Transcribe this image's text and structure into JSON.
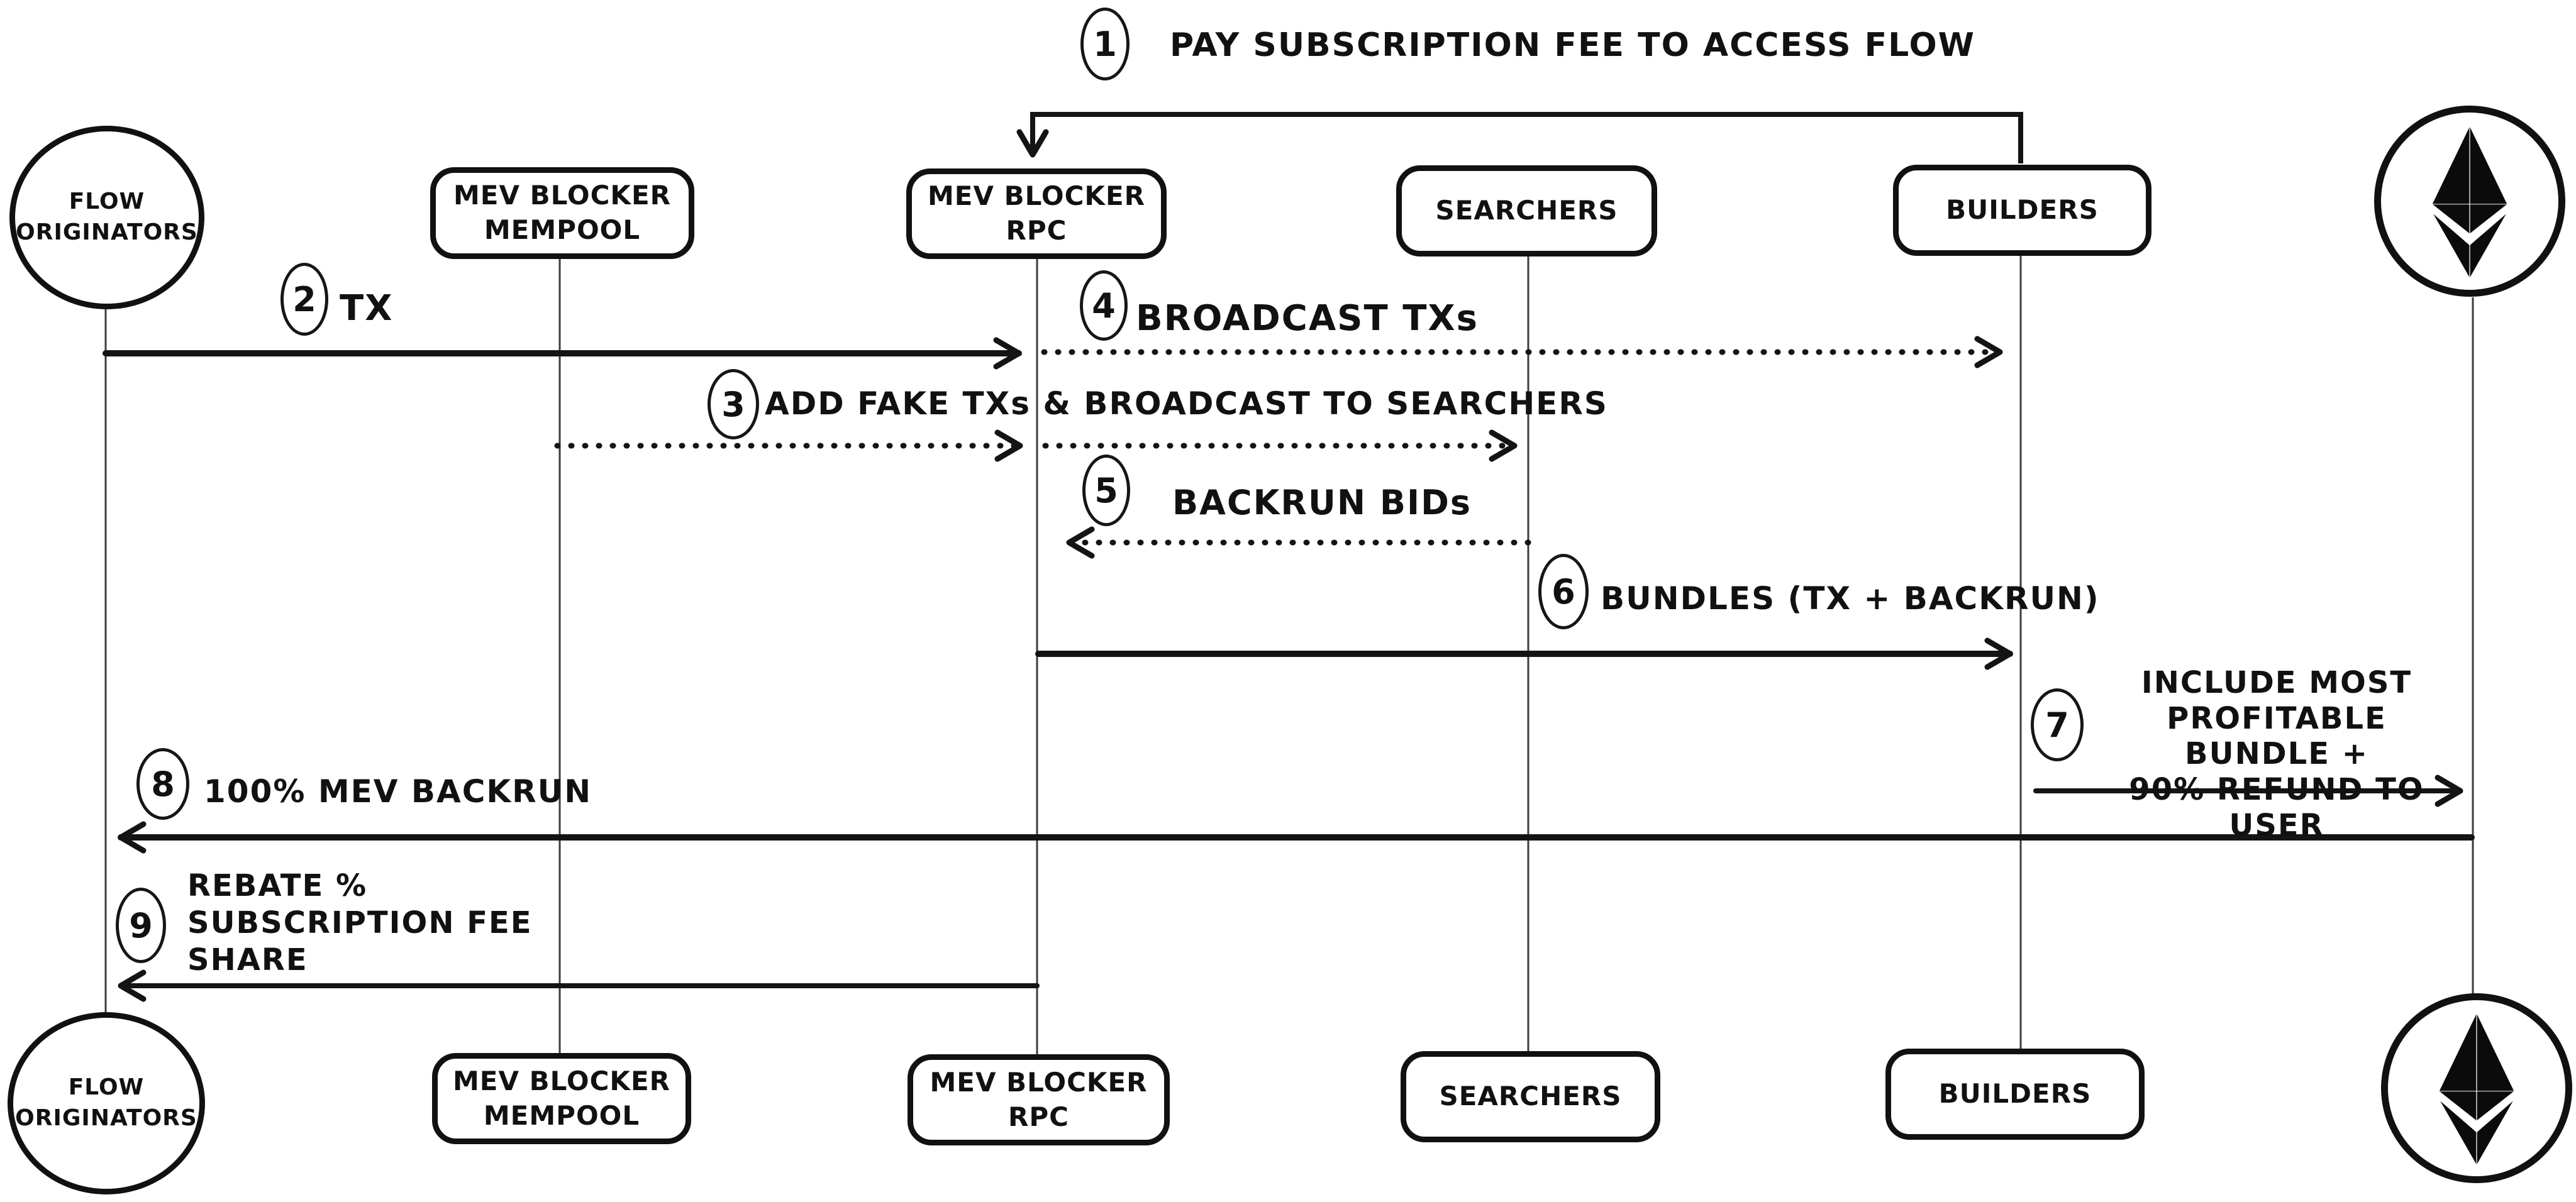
{
  "colors": {
    "ink": "#111111",
    "background": "#ffffff"
  },
  "actors": [
    {
      "id": "flow-originators",
      "label": "FLOW\nORIGINATORS",
      "shape": "circle"
    },
    {
      "id": "mev-blocker-mempool",
      "label": "MEV BLOCKER\nMEMPOOL",
      "shape": "box"
    },
    {
      "id": "mev-blocker-rpc",
      "label": "MEV BLOCKER\nRPC",
      "shape": "box"
    },
    {
      "id": "searchers",
      "label": "SEARCHERS",
      "shape": "box"
    },
    {
      "id": "builders",
      "label": "BUILDERS",
      "shape": "box"
    },
    {
      "id": "ethereum",
      "label": "",
      "shape": "circle",
      "icon": "ethereum-icon"
    }
  ],
  "steps": [
    {
      "num": "1",
      "label": "PAY SUBSCRIPTION FEE TO ACCESS FLOW",
      "from": "builders",
      "to": "mev-blocker-rpc",
      "style": "solid"
    },
    {
      "num": "2",
      "label": "TX",
      "from": "flow-originators",
      "to": "mev-blocker-rpc",
      "style": "solid"
    },
    {
      "num": "3",
      "label": "ADD FAKE TXs & BROADCAST TO SEARCHERS",
      "from": "mev-blocker-mempool",
      "to": "searchers",
      "style": "dotted"
    },
    {
      "num": "4",
      "label": "BROADCAST TXs",
      "from": "mev-blocker-rpc",
      "to": "builders",
      "style": "dotted"
    },
    {
      "num": "5",
      "label": "BACKRUN BIDs",
      "from": "searchers",
      "to": "mev-blocker-rpc",
      "style": "dotted"
    },
    {
      "num": "6",
      "label": "BUNDLES (TX + BACKRUN)",
      "from": "mev-blocker-rpc",
      "to": "builders",
      "style": "solid"
    },
    {
      "num": "7",
      "label": "INCLUDE MOST\nPROFITABLE BUNDLE +\n90% REFUND TO USER",
      "from": "builders",
      "to": "ethereum",
      "style": "solid"
    },
    {
      "num": "8",
      "label": "100% MEV BACKRUN",
      "from": "ethereum",
      "to": "flow-originators",
      "style": "solid"
    },
    {
      "num": "9",
      "label": "REBATE %\nSUBSCRIPTION FEE\nSHARE",
      "from": "mev-blocker-rpc",
      "to": "flow-originators",
      "style": "solid"
    }
  ]
}
